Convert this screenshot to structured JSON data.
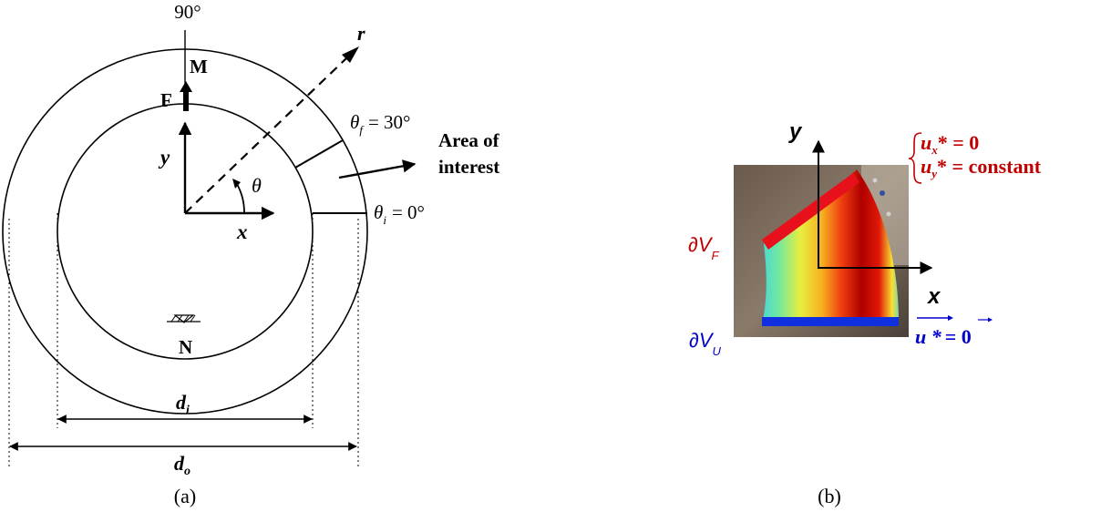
{
  "panel_a": {
    "caption": "(a)",
    "angle_top": "90°",
    "label_M": "M",
    "label_F": "F",
    "label_N": "N",
    "axis_x": "x",
    "axis_y": "y",
    "axis_r": "r",
    "theta": "θ",
    "theta_f_sym": "θ",
    "theta_f_sub": "f",
    "theta_f_val": "= 30°",
    "theta_i_sym": "θ",
    "theta_i_sub": "i",
    "theta_i_val": "= 0°",
    "area_line1": "Area of",
    "area_line2": "interest",
    "di_base": "d",
    "di_sub": "i",
    "do_base": "d",
    "do_sub": "o"
  },
  "panel_b": {
    "caption": "(b)",
    "axis_x": "x",
    "axis_y": "y",
    "dvf_base": "∂V",
    "dvf_sub": "F",
    "dvu_base": "∂V",
    "dvu_sub": "U",
    "bc_ux_base": "u",
    "bc_ux_sub": "x",
    "bc_ux_val": "* = 0",
    "bc_uy_base": "u",
    "bc_uy_sub": "y",
    "bc_uy_val": "* = constant",
    "bc_u_vec": "u *",
    "bc_u_eq": "= 0",
    "colors": {
      "red_text": "#c00000",
      "blue_text": "#0000cc",
      "red_band": "#e8101a",
      "blue_band": "#1030e0"
    }
  }
}
